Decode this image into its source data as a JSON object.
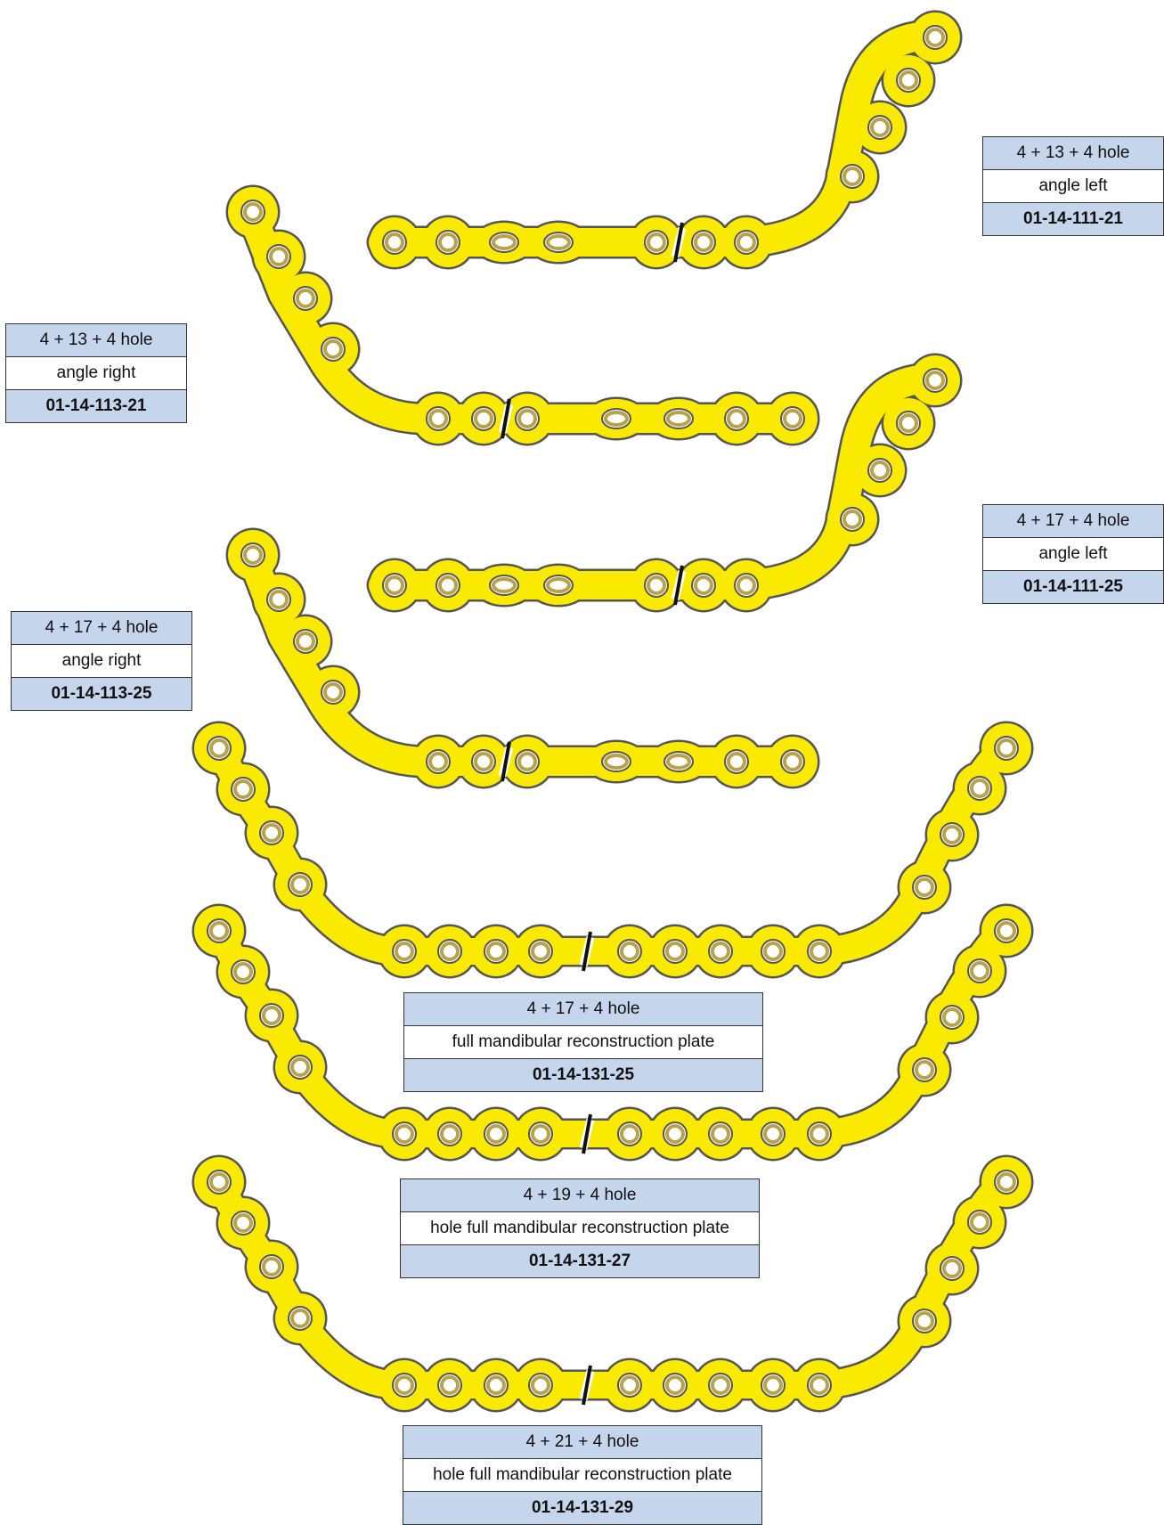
{
  "colors": {
    "plate": "#f9ea00",
    "outline": "#555555",
    "hole_ring": "#b8a24c",
    "label_fill": "#c5d6ec"
  },
  "labels": [
    {
      "id": "l1",
      "size": "4 + 13 + 4 hole",
      "desc": "angle left",
      "code": "01-14-111-21"
    },
    {
      "id": "l2",
      "size": "4 + 13 + 4 hole",
      "desc": "angle right",
      "code": "01-14-113-21"
    },
    {
      "id": "l3",
      "size": "4 + 17 + 4 hole",
      "desc": "angle left",
      "code": "01-14-111-25"
    },
    {
      "id": "l4",
      "size": "4 + 17 + 4 hole",
      "desc": "angle right",
      "code": "01-14-113-25"
    },
    {
      "id": "l5",
      "size": "4 + 17 + 4 hole",
      "desc": "full mandibular reconstruction plate",
      "code": "01-14-131-25"
    },
    {
      "id": "l6",
      "size": "4 + 19 + 4 hole",
      "desc": "hole full mandibular reconstruction plate",
      "code": "01-14-131-27"
    },
    {
      "id": "l7",
      "size": "4 + 21 + 4 hole",
      "desc": "hole full mandibular reconstruction plate",
      "code": "01-14-131-29"
    }
  ]
}
